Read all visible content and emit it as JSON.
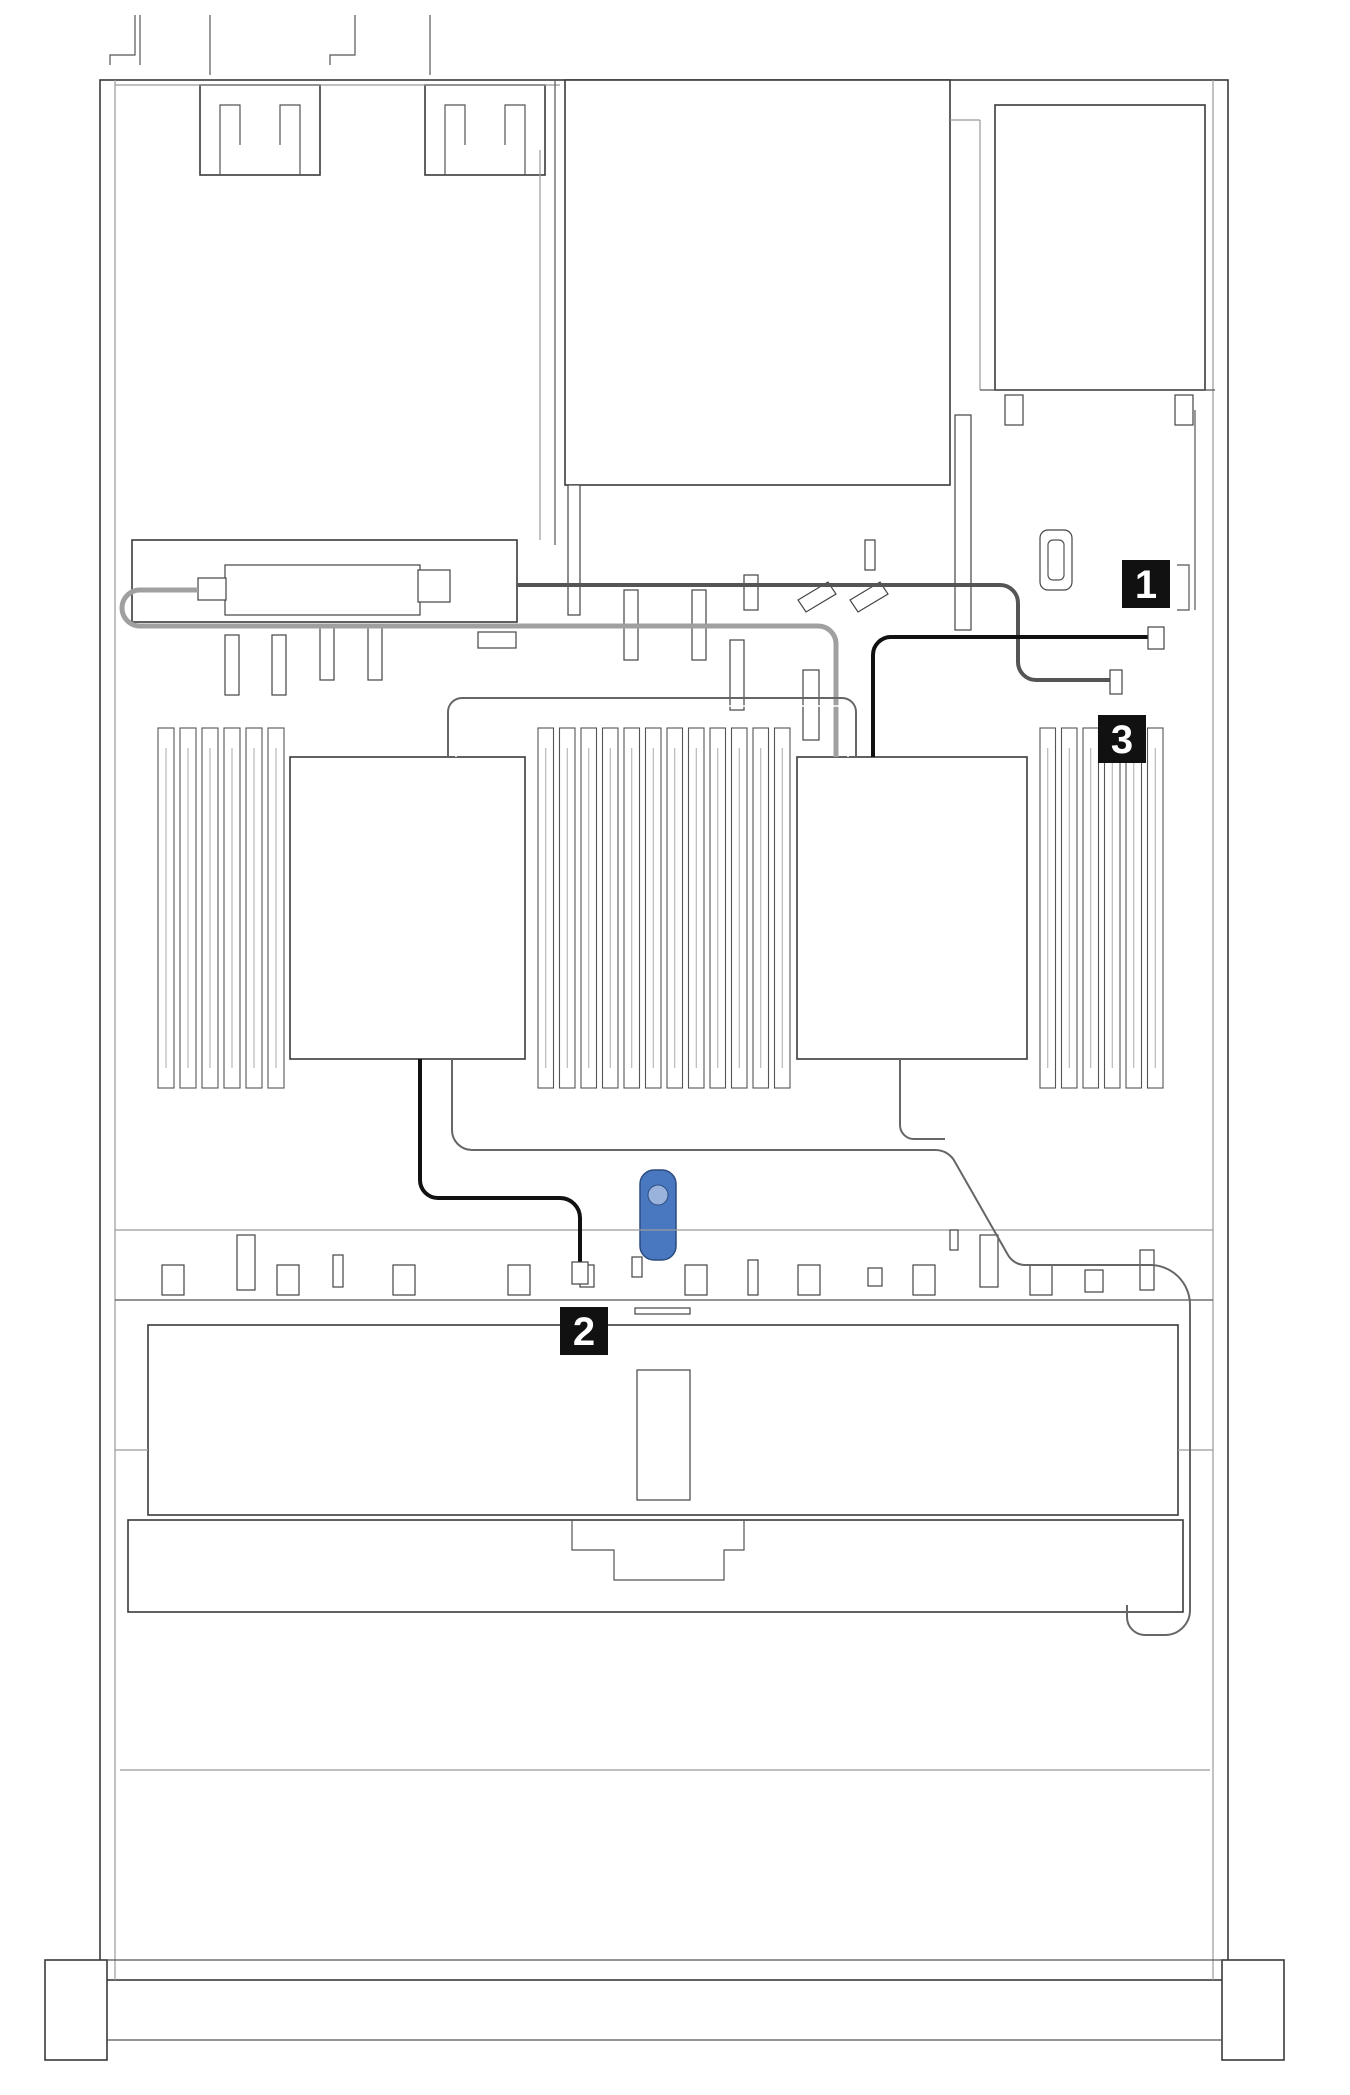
{
  "callouts": [
    {
      "id": "1",
      "text": "1"
    },
    {
      "id": "2",
      "text": "2"
    },
    {
      "id": "3",
      "text": "3"
    }
  ],
  "colors": {
    "cable_black": "#111111",
    "cable_dark_gray": "#555555",
    "cable_light_gray": "#a0a0a0",
    "blue_component": "#4a78c0"
  }
}
